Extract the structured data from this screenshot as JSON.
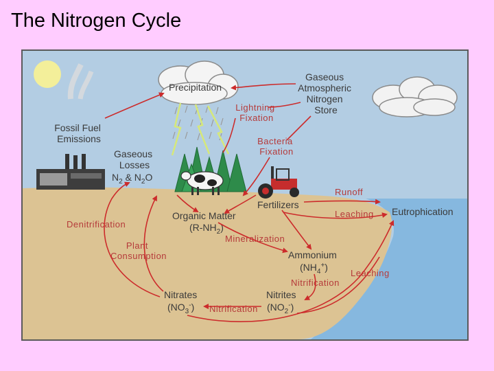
{
  "title": "The Nitrogen Cycle",
  "labels": {
    "precipitation": "Precipitation",
    "gaseous_store": [
      "Gaseous",
      "Atmospheric",
      "Nitrogen",
      "Store"
    ],
    "lightning": [
      "Lightning",
      "Fixation"
    ],
    "bacteria": [
      "Bacteria",
      "Fixation"
    ],
    "fossil": [
      "Fossil Fuel",
      "Emissions"
    ],
    "gaseous_losses": [
      "Gaseous",
      "Losses"
    ],
    "n2_n2o_parts": [
      "N",
      "2",
      " & N",
      "2",
      "O"
    ],
    "runoff": "Runoff",
    "fertilizers": "Fertilizers",
    "leaching_top": "Leaching",
    "eutrophication": "Eutrophication",
    "organic_matter": "Organic Matter",
    "rnh2_parts": [
      "(R-NH",
      "2",
      ")"
    ],
    "denitrification": "Denitrification",
    "mineralization": "Mineralization",
    "plant_consumption": [
      "Plant",
      "Consumption"
    ],
    "ammonium": "Ammonium",
    "nh4_parts": [
      "(NH",
      "4",
      "+",
      ")"
    ],
    "leaching_bottom": "Leaching",
    "nitrification_right": "Nitrification",
    "nitrates": "Nitrates",
    "no3_parts": [
      "(NO",
      "3",
      "-",
      ")"
    ],
    "nitrites": "Nitrites",
    "no2_parts": [
      "(NO",
      "2",
      "-",
      ")"
    ],
    "nitrification_bottom": "Nitrification"
  },
  "colors": {
    "background": "#ffccff",
    "sky": "#b3cde3",
    "soil": "#dcc393",
    "water": "#86b8df",
    "arrow": "#cc2b2b",
    "label_red": "#b53a3a",
    "label_dark": "#3a3a3a",
    "sun": "#f3ef9a",
    "tree": "#2e8b4a",
    "lightning": "#d6e87a"
  },
  "icons": [
    "sun-icon",
    "cloud-icon",
    "factory-icon",
    "tree-icon",
    "cow-icon",
    "tractor-icon",
    "lightning-icon",
    "rain-icon"
  ]
}
